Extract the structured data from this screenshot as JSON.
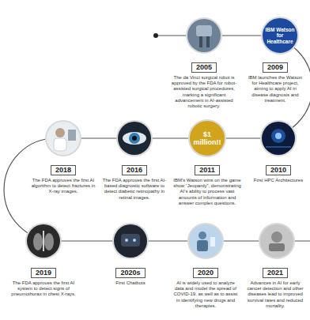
{
  "diagram": {
    "nodes": [
      {
        "text": [
          "2005",
          "The da Vinci surgical robot is approved by the FDA for robot-assisted surgical procedures, marking a significant advancement in AI-assisted robotic surgery."
        ]
      },
      {
        "text": [
          "IBM Watson for Healthcare"
        ]
      },
      {
        "text": [
          "2009",
          "IBM launches the Watson for Healthcare project, aiming to apply AI in disease diagnosis and treatment."
        ]
      },
      {
        "text": [
          "2010",
          "First HPC Architectures"
        ]
      },
      {
        "text": [
          "$1 million!!"
        ]
      },
      {
        "text": [
          "2011",
          "IBM's Watson wins on the game show “Jeopardy”, demonstrating AI's ability to process vast amounts of information and answer complex questions."
        ]
      },
      {
        "text": [
          "2016",
          "The FDA approves the first AI-based diagnostic software to detect diabetic retinopathy in retinal images."
        ]
      },
      {
        "text": [
          "2018",
          "The FDA approves the first AI algorithm to detect fractures in X-ray images."
        ]
      },
      {
        "text": [
          "2019",
          "The FDA approves the first AI system to detect signs of pneumothorax in chest X-rays."
        ]
      },
      {
        "text": [
          "2020s",
          "First Chatbots"
        ]
      },
      {
        "text": [
          "2020",
          "AI is widely used to analyze data and model the spread of COVID-19, as well as to assist in identifying new drugs and therapies."
        ]
      },
      {
        "text": [
          "2021",
          "Advances in AI for early cancer detection and other diseases lead to improved survival rates and reduced mortality."
        ]
      }
    ]
  }
}
